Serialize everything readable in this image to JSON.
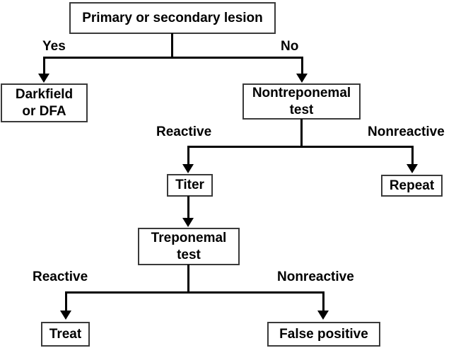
{
  "nodes": {
    "lesion": {
      "label": "Primary or secondary lesion"
    },
    "darkfield": {
      "label": "Darkfield\nor DFA"
    },
    "nontreponemal": {
      "label": "Nontreponemal\ntest"
    },
    "titer": {
      "label": "Titer"
    },
    "repeat": {
      "label": "Repeat"
    },
    "treponemal": {
      "label": "Treponemal\ntest"
    },
    "treat": {
      "label": "Treat"
    },
    "false_positive": {
      "label": "False positive"
    }
  },
  "edge_labels": {
    "yes": "Yes",
    "no": "No",
    "nontreponemal_reactive": "Reactive",
    "nontreponemal_nonreactive": "Nonreactive",
    "treponemal_reactive": "Reactive",
    "treponemal_nonreactive": "Nonreactive"
  },
  "colors": {
    "line": "#000000",
    "box_border": "#3a3a3a",
    "text": "#000000",
    "background": "#ffffff"
  }
}
